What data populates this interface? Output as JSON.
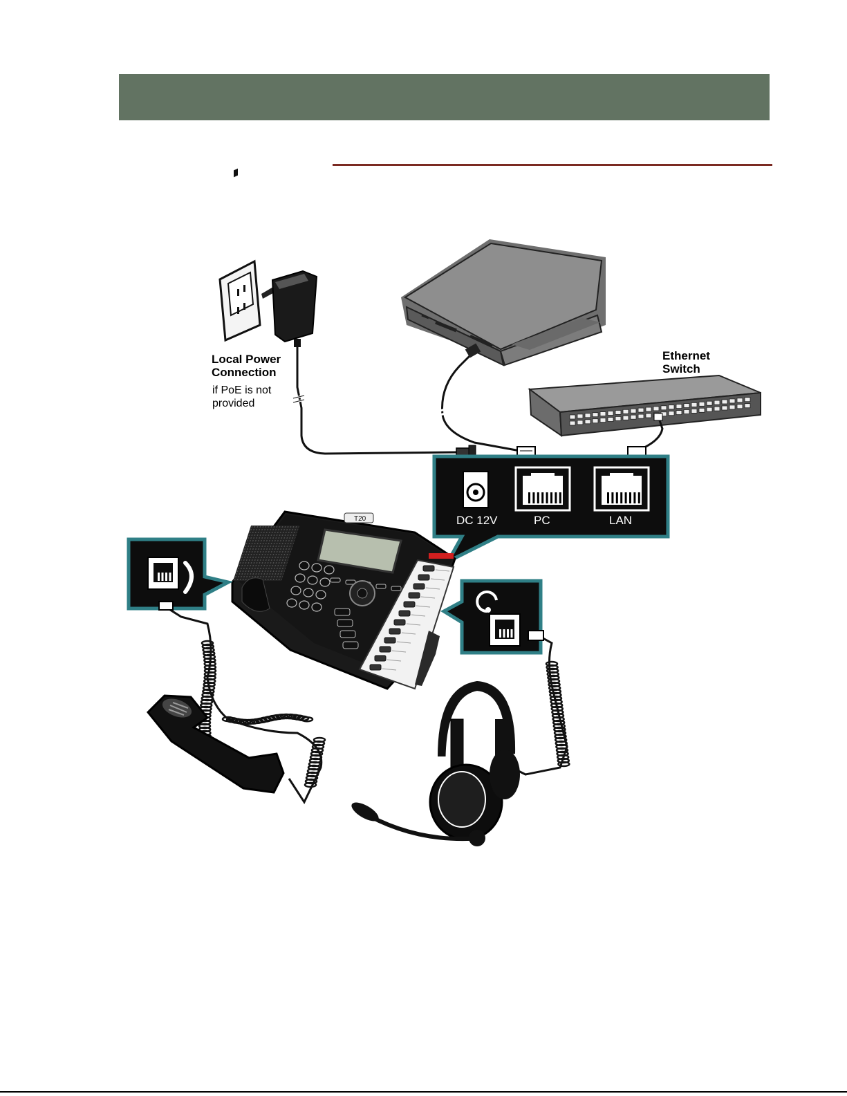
{
  "colors": {
    "header": "#627362",
    "rule": "#7b2a22",
    "callout_border": "#2f7f86",
    "callout_fill": "#0d0d0d",
    "device_gray": "#8a8a8a",
    "device_dark": "#4a4a4a",
    "screen": "#b7bfae",
    "accent_red": "#d11f1f"
  },
  "labels": {
    "power_title_line1": "Local Power",
    "power_title_line2": "Connection",
    "power_note_line1": "if PoE is not",
    "power_note_line2": "provided",
    "switch_line1": "Ethernet",
    "switch_line2": "Switch",
    "phone_model": "T20"
  },
  "ports": [
    {
      "label": "DC 12V",
      "icon": "dc-jack-icon"
    },
    {
      "label": "PC",
      "icon": "rj45-port-icon"
    },
    {
      "label": "LAN",
      "icon": "rj45-port-icon"
    }
  ],
  "callouts": {
    "handset": {
      "icons": [
        "rj9-port-icon",
        "handset-icon"
      ]
    },
    "headset": {
      "icons": [
        "headset-icon",
        "rj9-port-icon"
      ]
    }
  },
  "devices": [
    "power-outlet",
    "power-adapter",
    "laptop",
    "ethernet-switch",
    "desk-phone",
    "handset",
    "headset"
  ]
}
